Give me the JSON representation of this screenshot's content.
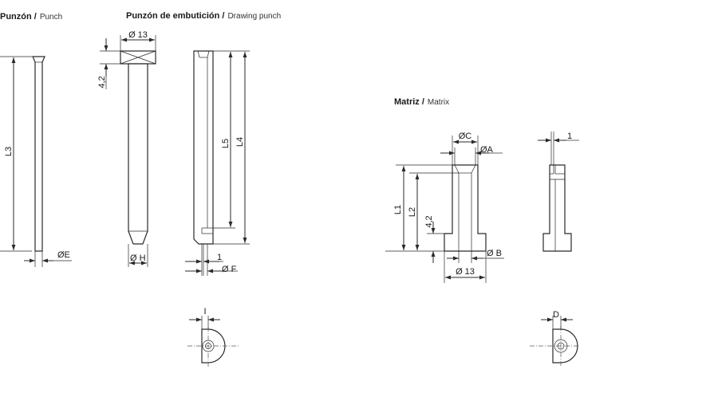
{
  "sections": {
    "punch": {
      "title": "Punzón /",
      "subtitle": "Punch"
    },
    "drawing": {
      "title": "Punzón de embutición /",
      "subtitle": "Drawing punch"
    },
    "matrix": {
      "title": "Matriz /",
      "subtitle": "Matrix"
    }
  },
  "labels": {
    "L3": "L3",
    "OE": "ØE",
    "O13_top": "Ø 13",
    "d42_head": "4,2",
    "OH": "Ø H",
    "L5": "L5",
    "L4": "L4",
    "one_punch": "1",
    "OF": "Ø F",
    "I": "I",
    "OC": "ØC",
    "OA": "ØA",
    "L1": "L1",
    "L2": "L2",
    "d42_matrix": "4,2",
    "OB": "Ø B",
    "O13_bottom": "Ø 13",
    "one_matrix": "1",
    "D": "D"
  },
  "colors": {
    "line": "#2a2a2a",
    "center_line": "#555555",
    "background": "#ffffff"
  }
}
